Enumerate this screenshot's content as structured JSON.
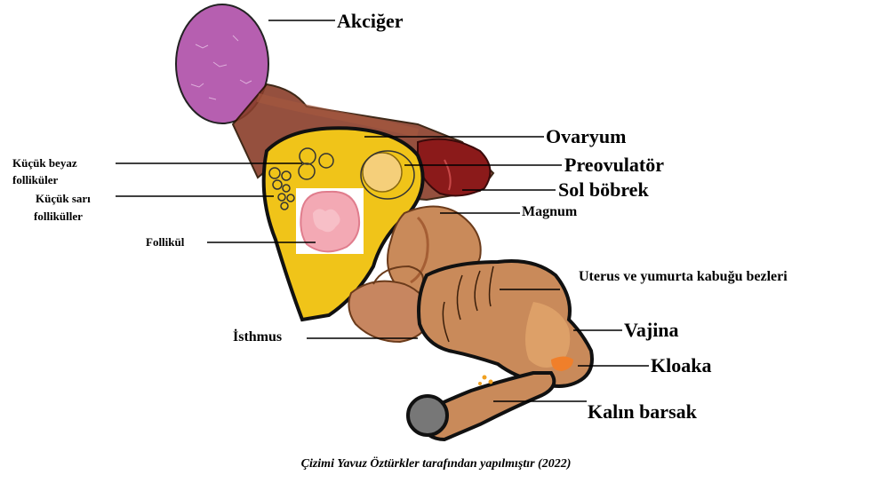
{
  "labels": {
    "akciger": "Akciğer",
    "ovaryum": "Ovaryum",
    "preovulator": "Preovulatör",
    "sol_bobrek": "Sol böbrek",
    "magnum": "Magnum",
    "uterus": "Uterus ve yumurta kabuğu bezleri",
    "vajina": "Vajina",
    "isthmus": "İsthmus",
    "kloaka": "Kloaka",
    "kalin_barsak": "Kalın barsak",
    "kucuk_beyaz_1": "Küçük beyaz",
    "kucuk_beyaz_2": "folliküler",
    "kucuk_sari_1": "Küçük sarı",
    "kucuk_sari_2": "folliküller",
    "follikul": "Follikül"
  },
  "caption": "Çizimi Yavuz Öztürkler tarafından yapılmıştır (2022)",
  "colors": {
    "lung": "#b65fb0",
    "ovary": "#f0c419",
    "kidney": "#8b1a1a",
    "tract": "#c98a5a",
    "follicle": "#f3a9b4"
  }
}
